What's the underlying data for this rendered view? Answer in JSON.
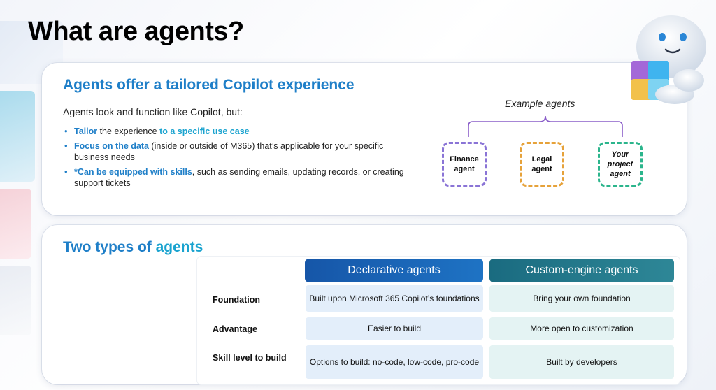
{
  "title": "What are agents?",
  "top": {
    "heading": "Agents offer a tailored Copilot experience",
    "intro": "Agents look and function like Copilot, but:",
    "bullets": [
      {
        "hl": "Tailor",
        "mid": " the experience ",
        "hl2": "to a specific use case",
        "rest": ""
      },
      {
        "hl": "Focus on the data",
        "rest": " (inside or outside of M365) that’s applicable for your specific business needs"
      },
      {
        "hl": "*Can be equipped with skills",
        "rest": ", such as sending emails, updating records, or creating support tickets"
      }
    ],
    "example_label": "Example agents",
    "agents": [
      {
        "label": "Finance agent",
        "color": "#8a74d6"
      },
      {
        "label": "Legal agent",
        "color": "#e6a23a"
      },
      {
        "label": "Your project agent",
        "color": "#2bb58c"
      }
    ]
  },
  "bottom": {
    "heading_main": "Two types of ",
    "heading_accent": "agents",
    "columns": [
      "Declarative agents",
      "Custom-engine agents"
    ],
    "rows": [
      {
        "label": "Foundation",
        "declarative": "Built upon Microsoft 365 Copilot’s foundations",
        "custom": "Bring your own foundation"
      },
      {
        "label": "Advantage",
        "declarative": "Easier to build",
        "custom": "More open to customization"
      },
      {
        "label": "Skill level to build",
        "declarative": "Options to build: no-code, low-code, pro-code",
        "custom": "Built by developers"
      }
    ]
  },
  "colors": {
    "heading": "#1f7fc8",
    "accent": "#1aa3cf",
    "declarative_header": "#1656a8",
    "custom_header": "#1a6b80"
  }
}
